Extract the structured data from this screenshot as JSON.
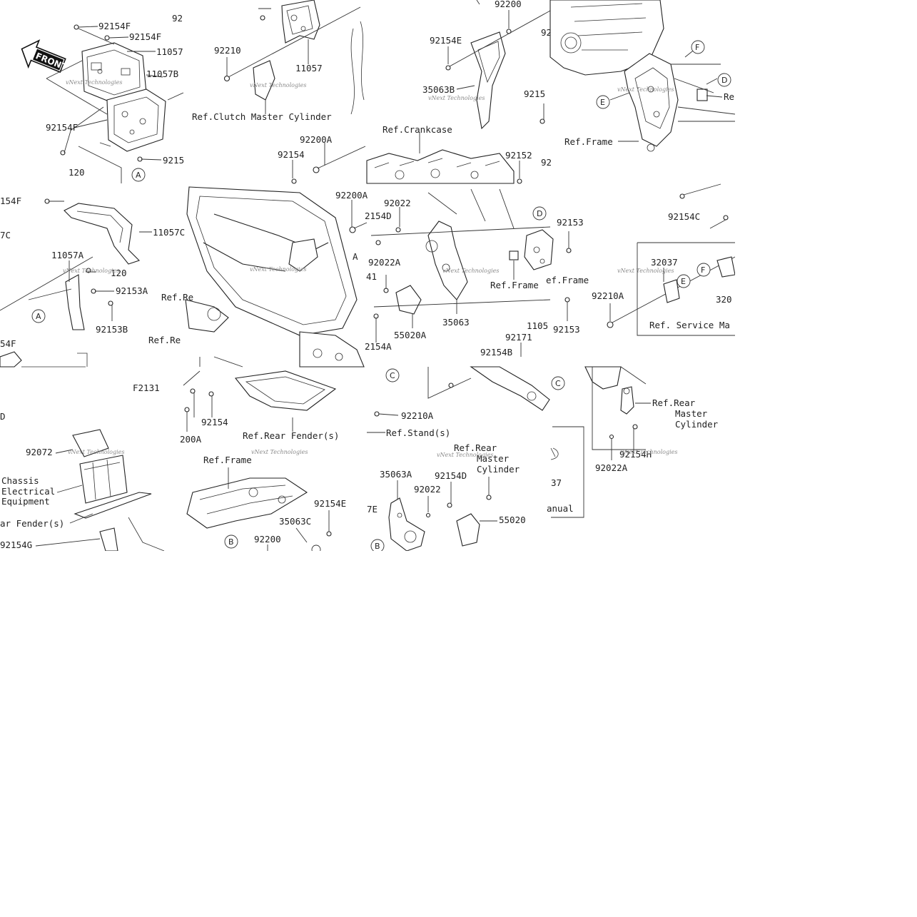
{
  "figure_code": "F2131",
  "front_badge": "FRONT",
  "watermark": "vNext Technologies",
  "labels": {
    "l1": "92154F",
    "l2": "92154F",
    "l3": "11057",
    "l4": "11057B",
    "l5": "92154F",
    "l6": "9215",
    "l7": "120",
    "l8": "92",
    "l9": "92210",
    "l10": "11057",
    "l11": "Ref.Clutch Master Cylinder",
    "l12": "92200A",
    "l13": "92154",
    "l14": "92200",
    "l15": "92154E",
    "l16": "35063B",
    "l17": "9215",
    "l18": "Ref.Crankcase",
    "l19": "92152",
    "l20": "Ref.Frame",
    "l21": "Re",
    "l22": "154F",
    "l23": "11057C",
    "l24": "7C",
    "l25": "11057A",
    "l26": "120",
    "l27": "92153A",
    "l28": "92153B",
    "l29": "54F",
    "l30": "Ref.Re",
    "l31": "Ref.Re",
    "l32": "92200A",
    "l33": "92022",
    "l34": "2154D",
    "l35": "92022A",
    "l36": "55020A",
    "l37": "35063",
    "l38": "2154A",
    "l39": "92153",
    "l40": "ef.Frame",
    "l41": "Ref.Frame",
    "l42": "92153",
    "l43": "1105",
    "l44": "92171",
    "l45": "92154B",
    "l46": "92154C",
    "l47": "32037",
    "l48": "92210A",
    "l49": "320",
    "l50": "Ref. Service Ma",
    "l51": "92072",
    "l52": "Chassis",
    "l53": "Electrical",
    "l54": "Equipment",
    "l55": "ar Fender(s)",
    "l56": "92154G",
    "l57": "92154",
    "l58": "200A",
    "l59": "Ref.Rear Fender(s)",
    "l60": "Ref.Frame",
    "l61": "92154E",
    "l62": "35063C",
    "l63": "92200",
    "l64": "92210A",
    "l65": "Ref.Stand(s)",
    "l66": "Ref.Rear",
    "l67": "Master",
    "l68": "Cylinder",
    "l69": "35063A",
    "l70": "92154D",
    "l71": "92022",
    "l72": "7E",
    "l73": "55020",
    "l74": "37",
    "l75": "anual",
    "l76": "Ref.Rear",
    "l77": "Master",
    "l78": "Cylinder",
    "l79": "92154H",
    "l80": "92022A",
    "l81": "D",
    "l82": "41",
    "l83": "A",
    "l84": "92",
    "l85": "92"
  },
  "callouts": {
    "a1": "A",
    "a2": "A",
    "f1": "F",
    "d1": "D",
    "e1": "E",
    "d2": "D",
    "e2": "E",
    "f2": "F",
    "c1": "C",
    "c2": "C",
    "b1": "B",
    "b2": "B"
  }
}
